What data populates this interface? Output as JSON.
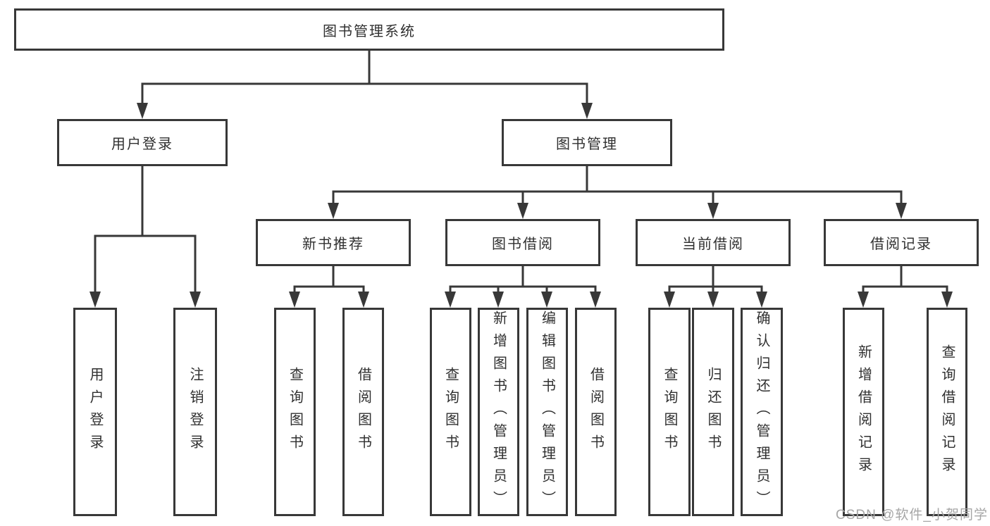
{
  "tree": {
    "root": {
      "label": "图书管理系统",
      "children": [
        {
          "label": "用户登录",
          "children": [
            {
              "label": "用户登录"
            },
            {
              "label": "注销登录"
            }
          ]
        },
        {
          "label": "图书管理",
          "children": [
            {
              "label": "新书推荐",
              "children": [
                {
                  "label": "查询图书"
                },
                {
                  "label": "借阅图书"
                }
              ]
            },
            {
              "label": "图书借阅",
              "children": [
                {
                  "label": "查询图书"
                },
                {
                  "label": "新增图书（管理员）"
                },
                {
                  "label": "编辑图书（管理员）"
                },
                {
                  "label": "借阅图书"
                }
              ]
            },
            {
              "label": "当前借阅",
              "children": [
                {
                  "label": "查询图书"
                },
                {
                  "label": "归还图书"
                },
                {
                  "label": "确认归还（管理员）"
                }
              ]
            },
            {
              "label": "借阅记录",
              "children": [
                {
                  "label": "新增借阅记录"
                },
                {
                  "label": "查询借阅记录"
                }
              ]
            }
          ]
        }
      ]
    }
  },
  "watermark": "CSDN @软件_小贺同学",
  "colors": {
    "line": "#383838",
    "text": "#303030",
    "watermark": "#a6a6a6",
    "background": "#ffffff"
  }
}
